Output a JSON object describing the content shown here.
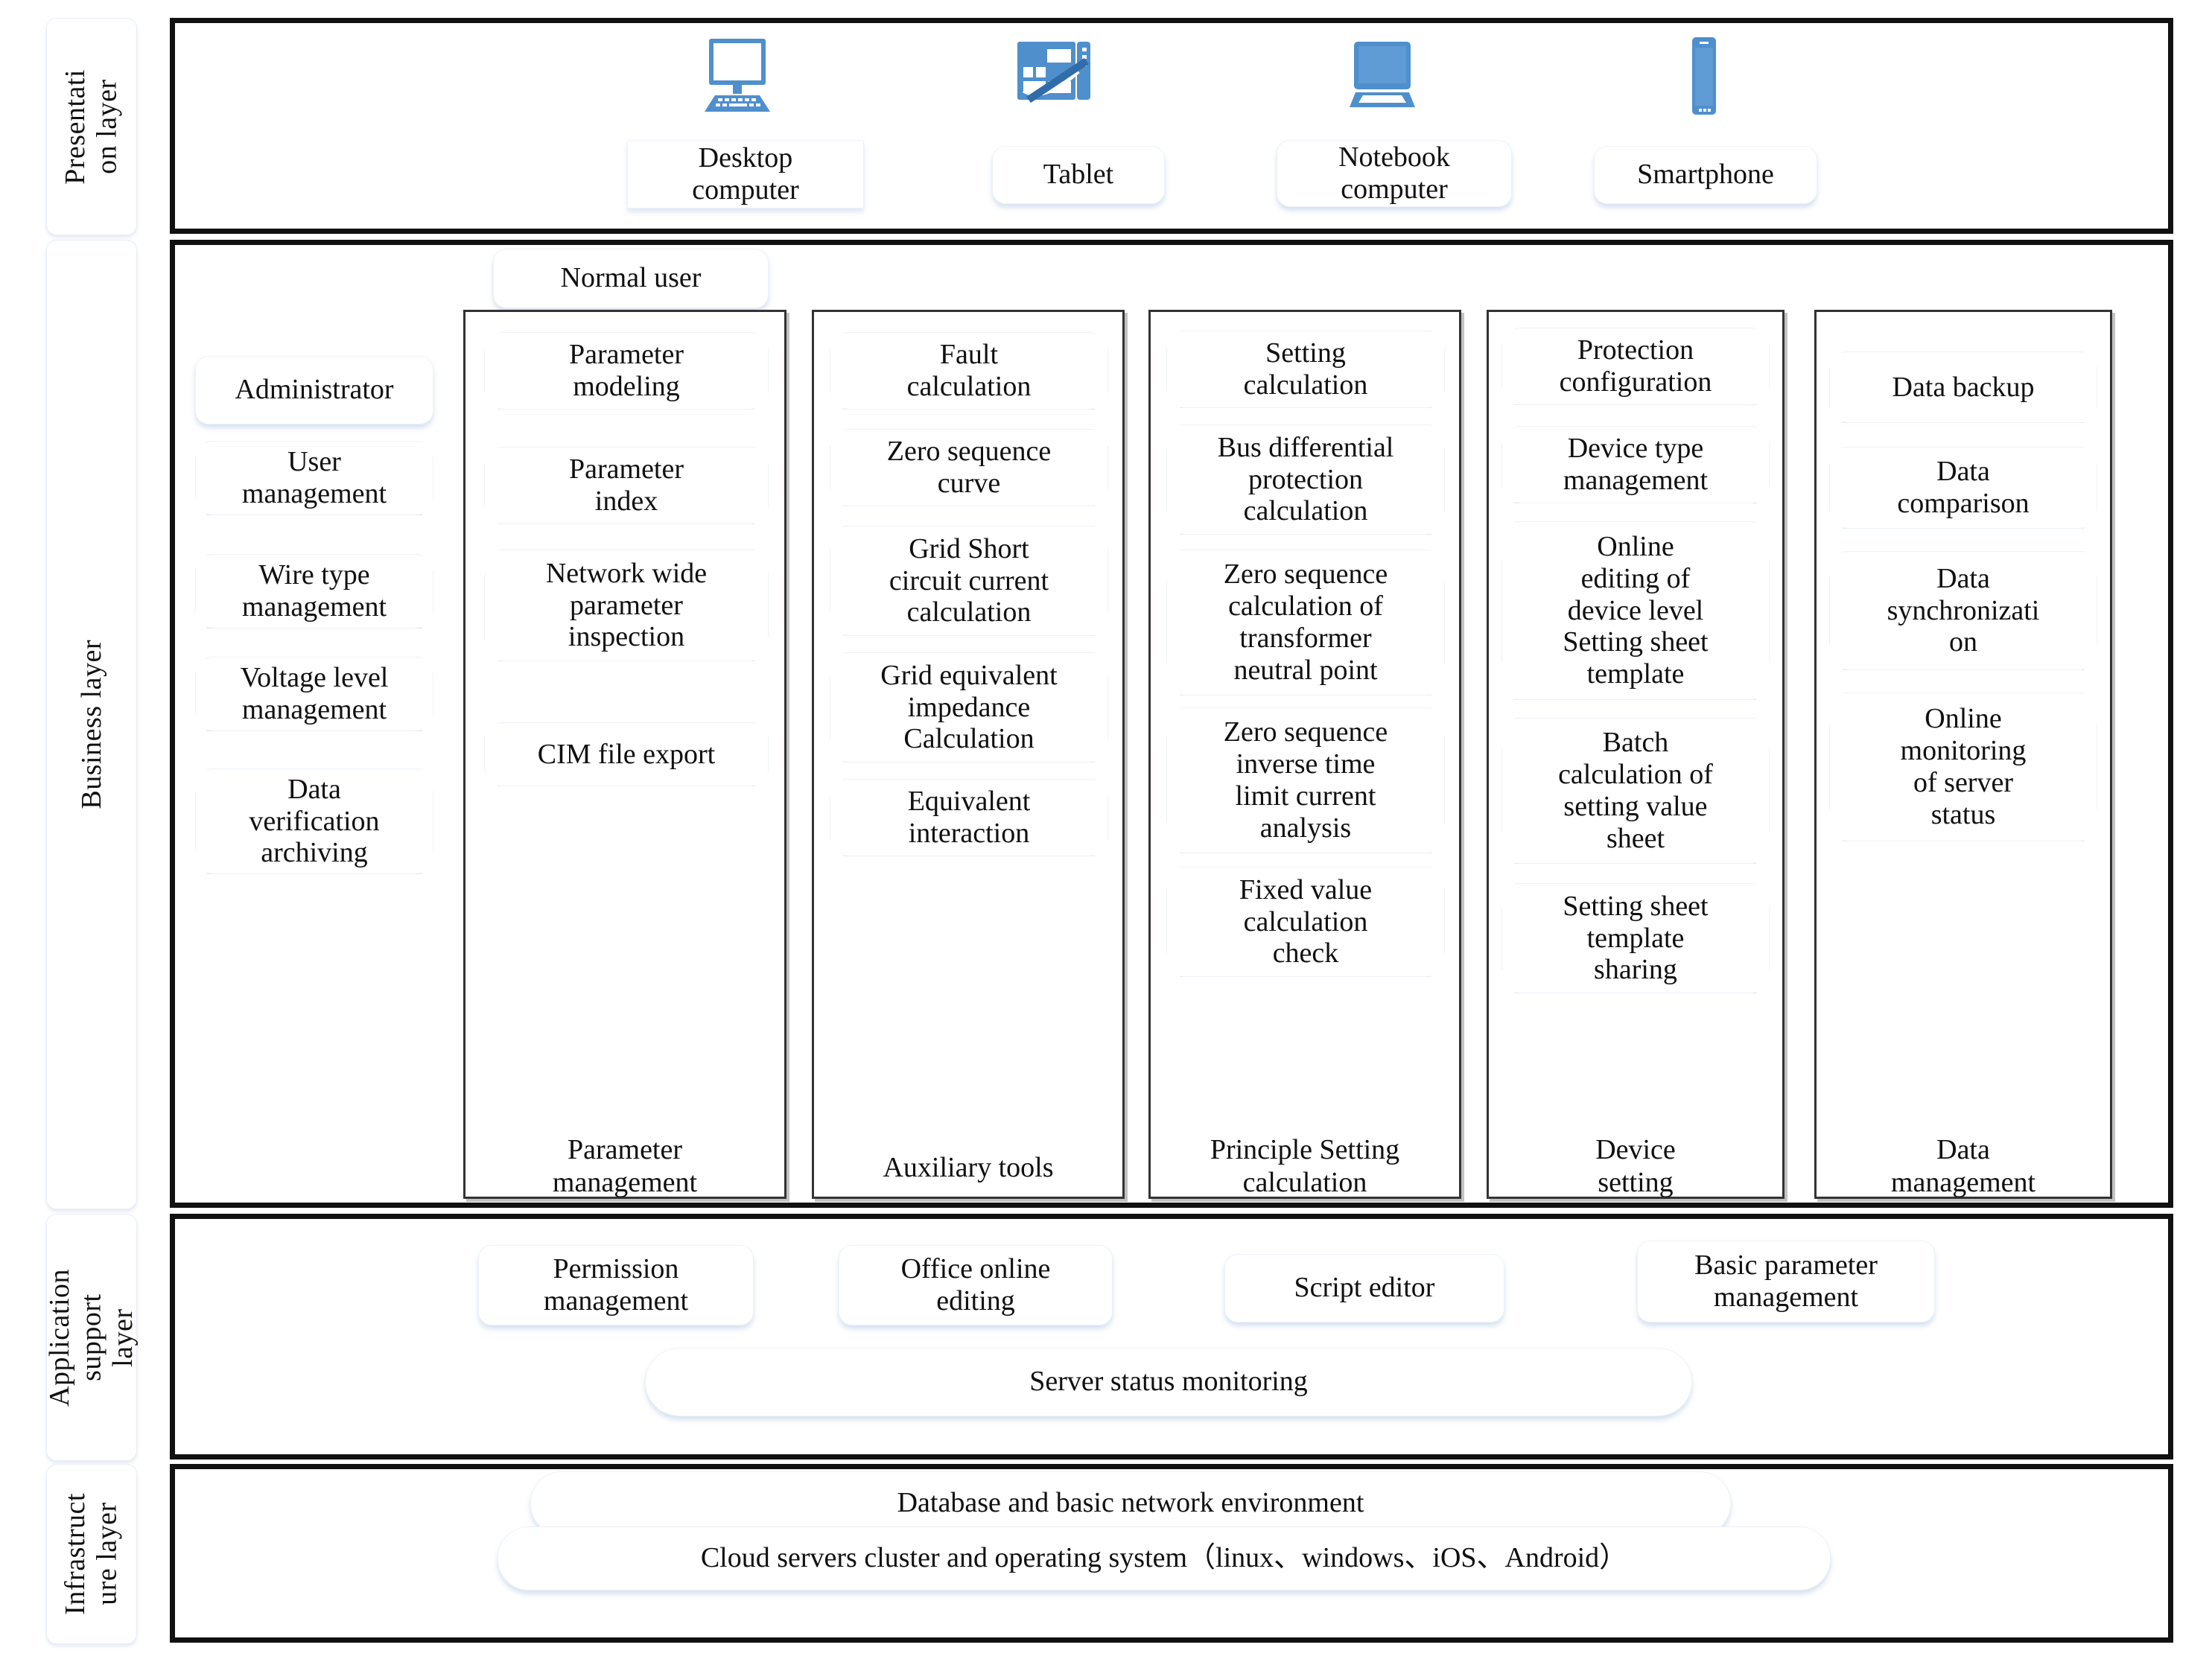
{
  "layers": {
    "presentation": {
      "label": "Presentati\non layer"
    },
    "business": {
      "label": "Business layer"
    },
    "app_support": {
      "label": "Application\nsupport\nlayer"
    },
    "infrastructure": {
      "label": "Infrastruct\nure layer"
    }
  },
  "presentation": {
    "devices": [
      {
        "label": "Desktop\ncomputer",
        "icon": "desktop-computer-icon"
      },
      {
        "label": "Tablet",
        "icon": "tablet-icon"
      },
      {
        "label": "Notebook\ncomputer",
        "icon": "notebook-computer-icon"
      },
      {
        "label": "Smartphone",
        "icon": "smartphone-icon"
      }
    ]
  },
  "business": {
    "normal_user": "Normal user",
    "roles": [
      "Administrator",
      "User\nmanagement",
      "Wire type\nmanagement",
      "Voltage level\nmanagement",
      "Data\nverification\narchiving"
    ],
    "columns": [
      {
        "footer": "Parameter\nmanagement",
        "items": [
          "Parameter\nmodeling",
          "Parameter\nindex",
          "Network wide\nparameter\ninspection",
          "CIM file export"
        ]
      },
      {
        "footer": "Auxiliary tools",
        "items": [
          "Fault\ncalculation",
          "Zero sequence\ncurve",
          "Grid Short\ncircuit current\ncalculation",
          "Grid equivalent\nimpedance\nCalculation",
          "Equivalent\ninteraction"
        ]
      },
      {
        "footer": "Principle Setting\ncalculation",
        "items": [
          "Setting\ncalculation",
          "Bus differential\nprotection\ncalculation",
          "Zero sequence\ncalculation of\ntransformer\nneutral point",
          "Zero sequence\ninverse time\nlimit current\nanalysis",
          "Fixed value\ncalculation\ncheck"
        ]
      },
      {
        "footer": "Device\nsetting",
        "items": [
          "Protection\nconfiguration",
          "Device type\nmanagement",
          "Online\nediting of\ndevice level\nSetting sheet\ntemplate",
          "Batch\ncalculation of\nsetting value\nsheet",
          "Setting sheet\ntemplate\nsharing"
        ]
      },
      {
        "footer": "Data\nmanagement",
        "items": [
          "Data backup",
          "Data\ncomparison",
          "Data\nsynchronizati\non",
          "Online\nmonitoring\nof server\nstatus"
        ]
      }
    ]
  },
  "app_support": {
    "items": [
      "Permission\nmanagement",
      "Office online\nediting",
      "Script editor",
      "Basic parameter\nmanagement"
    ],
    "wide": "Server status monitoring"
  },
  "infrastructure": {
    "items": [
      "Database and basic network environment",
      "Cloud servers cluster and operating system（linux、windows、iOS、Android）"
    ]
  },
  "colors": {
    "icon_blue": "#4f8fcc",
    "frame_black": "#111111",
    "shadow_blue": "#b9d3ec"
  }
}
